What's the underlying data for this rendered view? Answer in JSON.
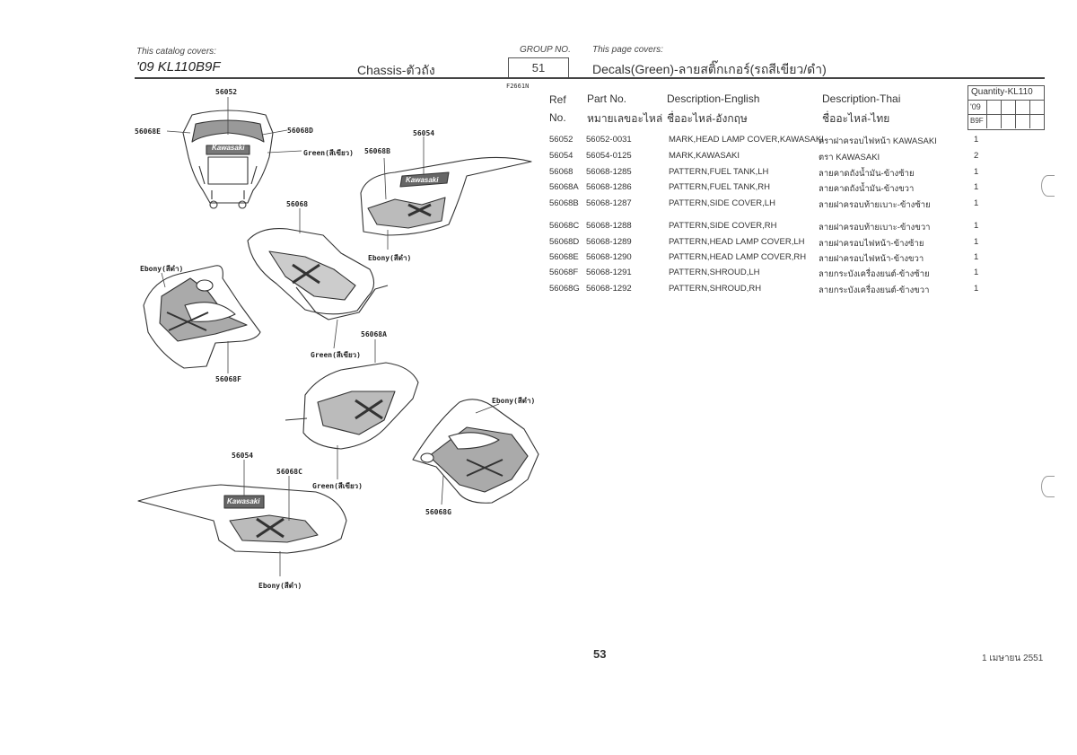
{
  "header": {
    "catalog_covers_label": "This catalog covers:",
    "model": "'09  KL110B9F",
    "section": "Chassis-ตัวถัง",
    "group_label": "GROUP NO.",
    "group_no": "51",
    "page_covers_label": "This page covers:",
    "page_title": "Decals(Green)-ลายสติ๊กเกอร์(รถสีเขียว/ดำ)",
    "figure_code": "F2661N"
  },
  "table": {
    "col_ref_en": "Ref",
    "col_ref_no": "No.",
    "col_part_en": "Part No.",
    "col_part_th": "หมายเลขอะไหล่",
    "col_desc_en": "Description-English",
    "col_desc_en_th": "ชื่ออะไหล่-อังกฤษ",
    "col_desc_th": "Description-Thai",
    "col_desc_th_th": "ชื่ออะไหล่-ไทย",
    "qty_title": "Quantity-KL110",
    "qty_year": "'09",
    "qty_model": "B9F",
    "rows": [
      {
        "ref": "56052",
        "part": "56052-0031",
        "desc_en": "MARK,HEAD LAMP COVER,KAWASAKI",
        "desc_th": "ตราฝาครอบไฟหน้า KAWASAKI",
        "qty": "1"
      },
      {
        "ref": "56054",
        "part": "56054-0125",
        "desc_en": "MARK,KAWASAKI",
        "desc_th": "ตรา KAWASAKI",
        "qty": "2"
      },
      {
        "ref": "56068",
        "part": "56068-1285",
        "desc_en": "PATTERN,FUEL TANK,LH",
        "desc_th": "ลายคาดถังน้ำมัน-ข้างซ้าย",
        "qty": "1"
      },
      {
        "ref": "56068A",
        "part": "56068-1286",
        "desc_en": "PATTERN,FUEL TANK,RH",
        "desc_th": "ลายคาดถังน้ำมัน-ข้างขวา",
        "qty": "1"
      },
      {
        "ref": "56068B",
        "part": "56068-1287",
        "desc_en": "PATTERN,SIDE COVER,LH",
        "desc_th": "ลายฝาครอบท้ายเบาะ-ข้างซ้าย",
        "qty": "1"
      },
      {
        "ref": "56068C",
        "part": "56068-1288",
        "desc_en": "PATTERN,SIDE COVER,RH",
        "desc_th": "ลายฝาครอบท้ายเบาะ-ข้างขวา",
        "qty": "1"
      },
      {
        "ref": "56068D",
        "part": "56068-1289",
        "desc_en": "PATTERN,HEAD LAMP COVER,LH",
        "desc_th": "ลายฝาครอบไฟหน้า-ข้างซ้าย",
        "qty": "1"
      },
      {
        "ref": "56068E",
        "part": "56068-1290",
        "desc_en": "PATTERN,HEAD LAMP COVER,RH",
        "desc_th": "ลายฝาครอบไฟหน้า-ข้างขวา",
        "qty": "1"
      },
      {
        "ref": "56068F",
        "part": "56068-1291",
        "desc_en": "PATTERN,SHROUD,LH",
        "desc_th": "ลายกระบังเครื่องยนต์-ข้างซ้าย",
        "qty": "1"
      },
      {
        "ref": "56068G",
        "part": "56068-1292",
        "desc_en": "PATTERN,SHROUD,RH",
        "desc_th": "ลายกระบังเครื่องยนต์-ข้างขวา",
        "qty": "1"
      }
    ]
  },
  "callouts": {
    "c56052": "56052",
    "c56068E": "56068E",
    "c56068D": "56068D",
    "green1": "Green(สีเขียว)",
    "c56068B": "56068B",
    "c56054a": "56054",
    "c56068": "56068",
    "ebony_top": "Ebony(สีดำ)",
    "ebony_left": "Ebony(สีดำ)",
    "c56068F": "56068F",
    "green2": "Green(สีเขียว)",
    "c56068A": "56068A",
    "ebony_right": "Ebony(สีดำ)",
    "c56054b": "56054",
    "c56068C": "56068C",
    "green3": "Green(สีเขียว)",
    "c56068G": "56068G",
    "ebony_bottom": "Ebony(สีดำ)",
    "logo_text": "Kawasaki"
  },
  "footer": {
    "page_number": "53",
    "date": "1 เมษายน 2551"
  }
}
